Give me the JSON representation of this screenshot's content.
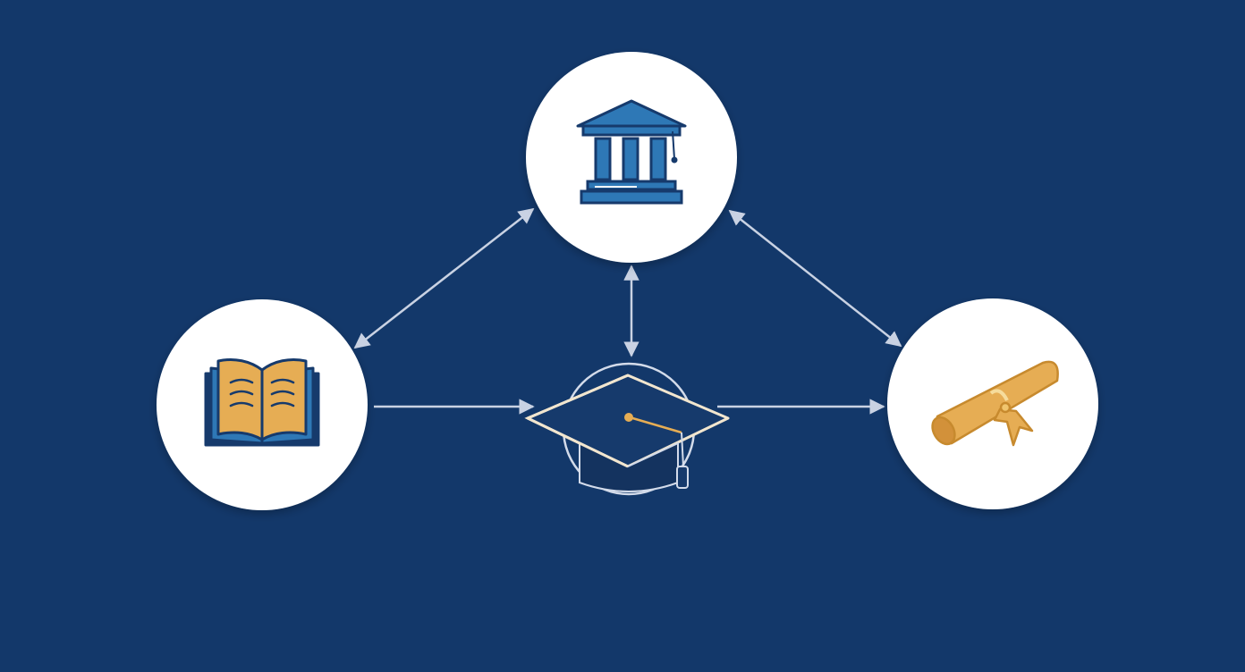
{
  "colors": {
    "background": "#13386a",
    "node_fill": "#ffffff",
    "connector": "#c9d2e3",
    "accent_blue": "#2e78b6",
    "accent_dark": "#163a6c",
    "accent_gold": "#e6ad54"
  },
  "nodes": [
    {
      "id": "institution",
      "icon": "university-building-icon"
    },
    {
      "id": "study",
      "icon": "open-book-icon"
    },
    {
      "id": "graduate",
      "icon": "graduation-cap-icon"
    },
    {
      "id": "credential",
      "icon": "diploma-scroll-icon"
    }
  ],
  "connections": [
    {
      "from": "institution",
      "to": "study",
      "direction": "both"
    },
    {
      "from": "institution",
      "to": "credential",
      "direction": "both"
    },
    {
      "from": "institution",
      "to": "graduate",
      "direction": "both"
    },
    {
      "from": "study",
      "to": "graduate",
      "direction": "forward"
    },
    {
      "from": "graduate",
      "to": "credential",
      "direction": "forward"
    }
  ]
}
